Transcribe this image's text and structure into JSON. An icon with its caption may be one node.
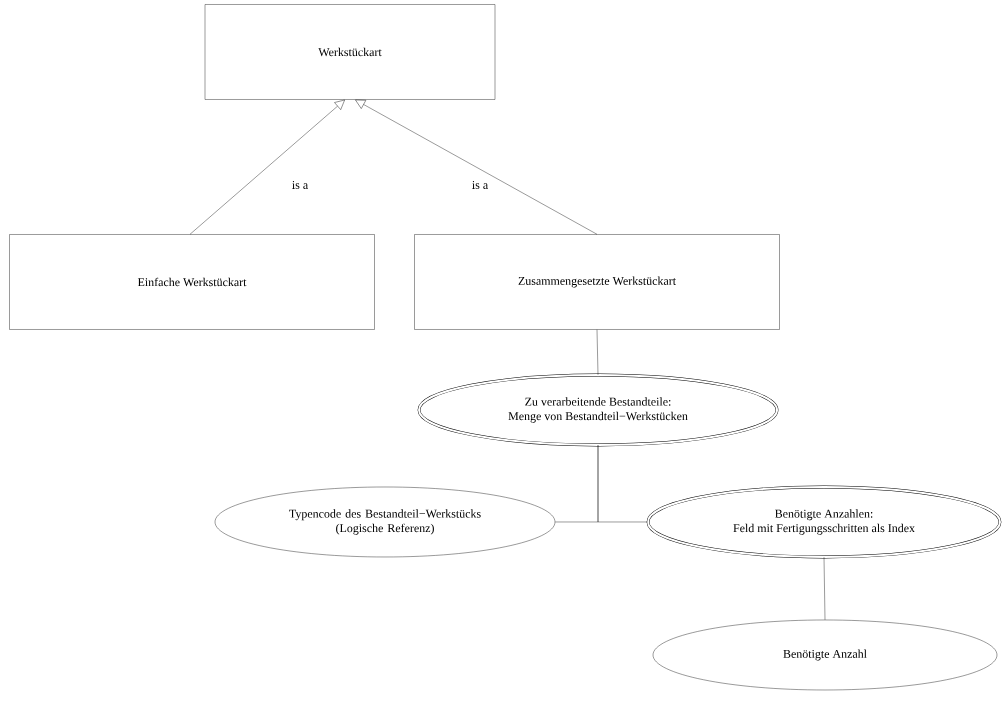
{
  "diagram": {
    "nodes": [
      {
        "text": [
          "Werkstückart"
        ]
      },
      {
        "text": [
          "Einfache Werkstückart"
        ]
      },
      {
        "text": [
          "Zusammengesetzte Werkstückart"
        ]
      },
      {
        "text": [
          "Zu verarbeitende Bestandteile:",
          "Menge von Bestandteil−Werkstücken"
        ]
      },
      {
        "text": [
          "Typencode des Bestandteil−Werkstücks (Logische Referenz)"
        ]
      },
      {
        "text": [
          "Benötigte Anzahlen:",
          "Feld mit Fertigungsschritten als Index"
        ]
      },
      {
        "text": [
          "Benötigte Anzahl"
        ]
      }
    ],
    "edges": [
      {
        "from": 1,
        "to": 0,
        "arrow": "to",
        "label": "is a"
      },
      {
        "from": 2,
        "to": 0,
        "arrow": "to",
        "label": "is a"
      },
      {
        "from": 2,
        "to": 3,
        "arrow": "none"
      },
      {
        "from": 3,
        "to": 4,
        "arrow": "none"
      },
      {
        "from": 3,
        "to": 5,
        "arrow": "none"
      },
      {
        "from": 5,
        "to": 6,
        "arrow": "none"
      }
    ]
  }
}
